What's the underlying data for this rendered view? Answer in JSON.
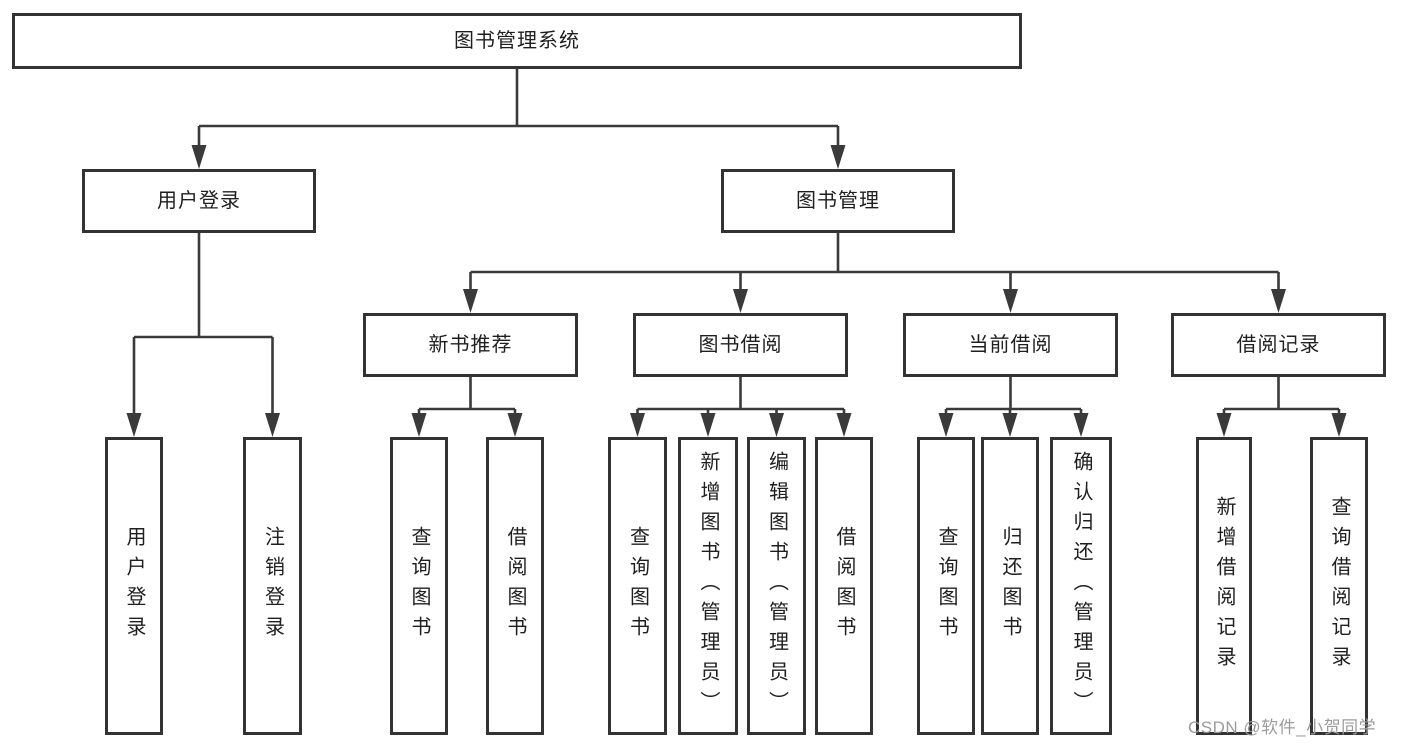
{
  "tree": {
    "root": {
      "label": "图书管理系统"
    },
    "branches": [
      {
        "label": "用户登录",
        "children": [
          {
            "label": "用户登录"
          },
          {
            "label": "注销登录"
          }
        ]
      },
      {
        "label": "图书管理",
        "children": [
          {
            "label": "新书推荐",
            "children": [
              {
                "label": "查询图书"
              },
              {
                "label": "借阅图书"
              }
            ]
          },
          {
            "label": "图书借阅",
            "children": [
              {
                "label": "查询图书"
              },
              {
                "label": "新增图书（管理员）"
              },
              {
                "label": "编辑图书（管理员）"
              },
              {
                "label": "借阅图书"
              }
            ]
          },
          {
            "label": "当前借阅",
            "children": [
              {
                "label": "查询图书"
              },
              {
                "label": "归还图书"
              },
              {
                "label": "确认归还（管理员）"
              }
            ]
          },
          {
            "label": "借阅记录",
            "children": [
              {
                "label": "新增借阅记录"
              },
              {
                "label": "查询借阅记录"
              }
            ]
          }
        ]
      }
    ]
  },
  "watermark": "CSDN @软件_小贺同学",
  "colors": {
    "line": "#3a3a3a",
    "box_border": "#333333",
    "text": "#1f1f1f",
    "watermark": "#9c9c9c",
    "background": "#ffffff"
  }
}
